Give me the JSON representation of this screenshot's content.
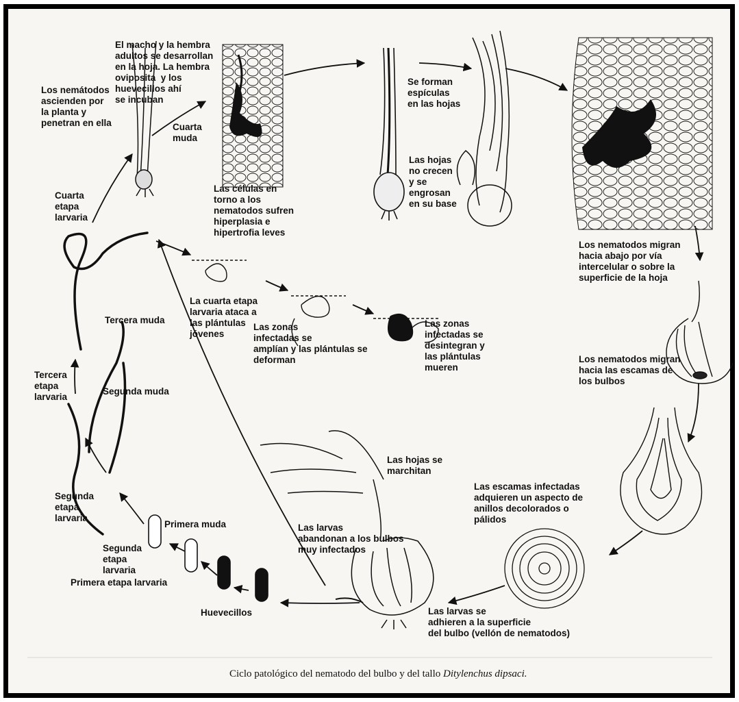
{
  "labels": {
    "macho_hembra": "El macho y la hembra\nadultos se desarrollan\nen la hoja. La hembra\noviposita  y los\nhuevecillos ahí\nse incuban",
    "ascienden": "Los nemátodos\nascienden por\nla planta y\npenetran en ella",
    "cuarta_muda": "Cuarta\nmuda",
    "espiculas": "Se forman\nespículas\nen las hojas",
    "no_crecen": "Las hojas\nno crecen\ny se\nengrosan\nen su base",
    "celulas": "Las células en\ntorno a los\nnematodos sufren\nhiperplasia e\nhipertrofia leves",
    "cuarta_etapa": "Cuarta\netapa\nlarvaria",
    "migran_abajo": "Los nematodos migran\nhacia abajo por vía\nintercelular o sobre la\nsuperficie de la hoja",
    "ataca": "La cuarta etapa\nlarvaria ataca a\nlas plántulas\njóvenes",
    "amplian": "Las zonas\ninfectadas se\namplían y las plántulas se\ndeforman",
    "desintegran": "Las zonas\ninfectadas se\ndesintegran y\nlas plántulas\nmueren",
    "tercera_muda": "Tercera muda",
    "migran_escamas": "Los nematodos migran\nhacia las escamas de\nlos bulbos",
    "tercera_etapa": "Tercera\netapa\nlarvaria",
    "segunda_muda": "Segunda muda",
    "marchitan": "Las hojas se\nmarchitan",
    "escamas": "Las escamas infectadas\nadquieren un aspecto de\nanillos decolorados o\npálidos",
    "segunda_etapa": "Segunda\netapa\nlarvaria",
    "primera_muda": "Primera muda",
    "abandonan": "Las larvas\nabandonan a los bulbos\nmuy infectados",
    "segunda_etapa_2": "Segunda\netapa\nlarvaria",
    "primera_etapa": "Primera etapa larvaria",
    "huevecillos": "Huevecillos",
    "adhieren": "Las larvas se\nadhieren a la superficie\ndel bulbo (vellón de nematodos)"
  },
  "caption": {
    "text": "Ciclo patológico del nematodo del bulbo y del tallo ",
    "species": "Ditylenchus dipsaci."
  },
  "colors": {
    "ink": "#111111",
    "paper": "#f7f6f2",
    "border": "#000000"
  }
}
